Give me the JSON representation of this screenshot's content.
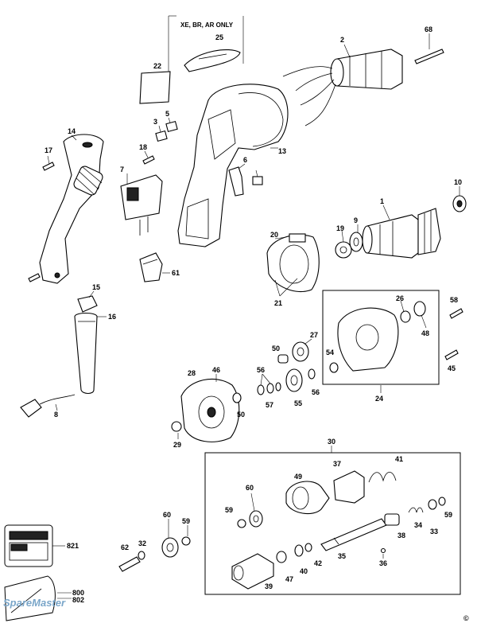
{
  "header_note": "XE, BR, AR ONLY",
  "watermark": "SpareMaster",
  "copyright_symbol": "©",
  "part_labels": {
    "p1": "1",
    "p2": "2",
    "p3": "3",
    "p5": "5",
    "p6": "6",
    "p7": "7",
    "p8": "8",
    "p9": "9",
    "p10": "10",
    "p13": "13",
    "p14": "14",
    "p15": "15",
    "p16": "16",
    "p17": "17",
    "p18": "18",
    "p19": "19",
    "p20": "20",
    "p21": "21",
    "p22": "22",
    "p24": "24",
    "p25": "25",
    "p26": "26",
    "p27": "27",
    "p28": "28",
    "p29": "29",
    "p30": "30",
    "p32": "32",
    "p33": "33",
    "p34": "34",
    "p35": "35",
    "p36": "36",
    "p37": "37",
    "p38": "38",
    "p39": "39",
    "p40": "40",
    "p41": "41",
    "p42": "42",
    "p45": "45",
    "p46": "46",
    "p47": "47",
    "p48": "48",
    "p49": "49",
    "p50a": "50",
    "p50b": "50",
    "p54": "54",
    "p55": "55",
    "p56a": "56",
    "p56b": "56",
    "p57": "57",
    "p58": "58",
    "p59a": "59",
    "p59b": "59",
    "p59c": "59",
    "p60a": "60",
    "p60b": "60",
    "p61": "61",
    "p62": "62",
    "p68": "68",
    "p800": "800",
    "p802": "802",
    "p821": "821"
  }
}
